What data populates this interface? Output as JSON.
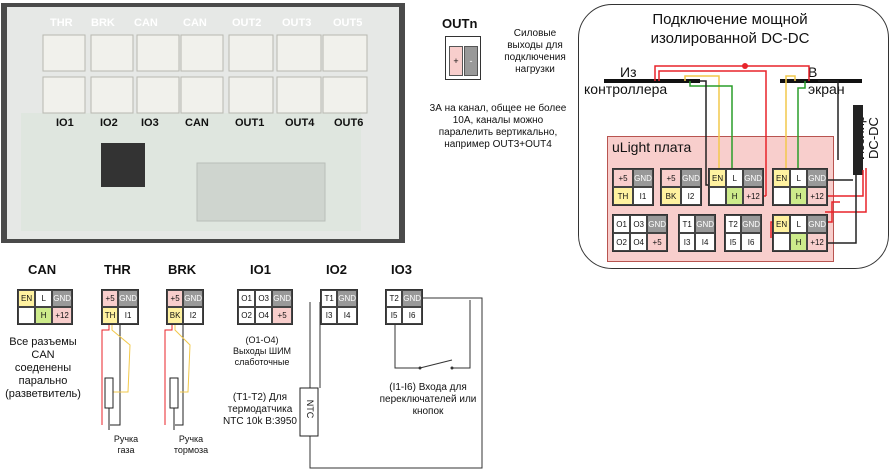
{
  "photo": {
    "top_labels": [
      "THR",
      "BRK",
      "CAN",
      "CAN",
      "OUT2",
      "OUT3",
      "OUT5"
    ],
    "bottom_labels": [
      "IO1",
      "IO2",
      "IO3",
      "CAN",
      "OUT1",
      "OUT4",
      "OUT6"
    ]
  },
  "legend": {
    "title": "OUTn",
    "description": "Силовые выходы для подключения нагрузки",
    "plus": "+",
    "minus": "-",
    "note": "3А на канал, общее не более 10А, каналы можно паралелить вертикально, например OUT3+OUT4"
  },
  "right_panel": {
    "title": "Подключение мощной изолированной DC-DC",
    "from_label": "Из контроллера",
    "to_label": "В экран",
    "board_label": "uLight плата",
    "dcdc_label": "Изолир DC-DC"
  },
  "sections": {
    "can": {
      "title": "CAN",
      "note": "Все разъемы CAN соеденены парально (разветвитель)"
    },
    "thr": {
      "title": "THR",
      "caption": "Ручка газа"
    },
    "brk": {
      "title": "BRK",
      "caption": "Ручка тормоза"
    },
    "io1": {
      "title": "IO1",
      "note": "(O1-O4) Выходы ШИМ слаботочные"
    },
    "io2": {
      "title": "IO2",
      "note": "(T1-T2) Для термодатчика NTC 10k B:3950",
      "ntc": "NTC"
    },
    "io3": {
      "title": "IO3",
      "note": "(I1-I6) Входа для переключателей или кнопок"
    }
  },
  "pins": {
    "can": [
      "EN",
      "L",
      "GND",
      "",
      "H",
      "+12"
    ],
    "thr": [
      "+5",
      "",
      "GND",
      "TH",
      "I1"
    ],
    "brk": [
      "+5",
      "",
      "GND",
      "BK",
      "I2"
    ],
    "io1": [
      "O1",
      "O3",
      "GND",
      "O2",
      "O4",
      "+5"
    ],
    "io2": [
      "T1",
      "",
      "GND",
      "I3",
      "I4"
    ],
    "io3": [
      "T2",
      "",
      "GND",
      "I5",
      "I6"
    ]
  },
  "colors": {
    "pink": "#f8cecc",
    "yellow": "#fff2a0",
    "green": "#cdeb8b",
    "gray": "#999999",
    "red_wire": "#e8232a",
    "green_wire": "#2a9d2a",
    "yellow_wire": "#f2c94c",
    "black_wire": "#222222"
  }
}
